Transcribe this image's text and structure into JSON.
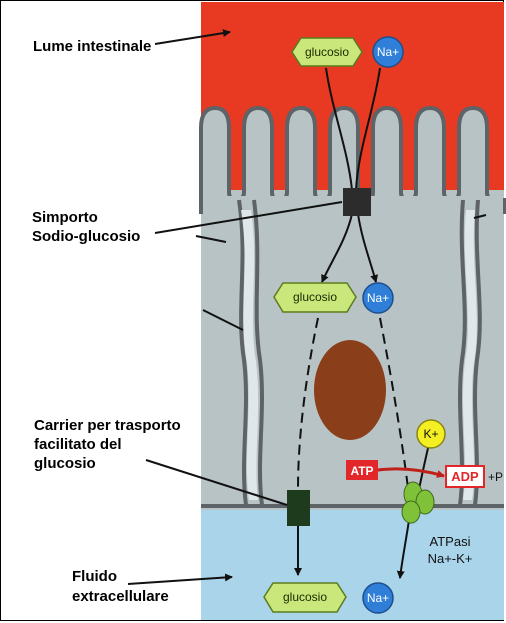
{
  "labels": {
    "lumen": "Lume intestinale",
    "symport_line1": "Simporto",
    "symport_line2": "Sodio-glucosio",
    "carrier_line1": "Carrier per trasporto",
    "carrier_line2": "facilitato del",
    "carrier_line3": "glucosio",
    "fluid_line1": "Fluido",
    "fluid_line2": "extracellulare",
    "atpase_line1": "ATPasi",
    "atpase_line2": "Na+-K+"
  },
  "molecules": {
    "glucose_top": "glucosio",
    "glucose_mid": "glucosio",
    "glucose_bottom": "glucosio",
    "na_top": "Na+",
    "na_mid": "Na+",
    "na_bottom": "Na+",
    "k": "K+",
    "atp": "ATP",
    "adp": "ADP",
    "plus_pi": "+P"
  },
  "colors": {
    "lumen_red": "#e83a22",
    "cell_grey": "#b8c3c6",
    "fluid_blue": "#a9d4ea",
    "membrane": "#5d6366",
    "glucose_green": "#c9e77a",
    "na_blue": "#2f7fd8",
    "k_yellow": "#f4ef22",
    "atp_red": "#e3262a",
    "nucleus_brown": "#8a3f1a",
    "transporter_dark": "#2c2c2c",
    "carrier_green": "#1f3b1e",
    "pump_green": "#7fc23a"
  }
}
